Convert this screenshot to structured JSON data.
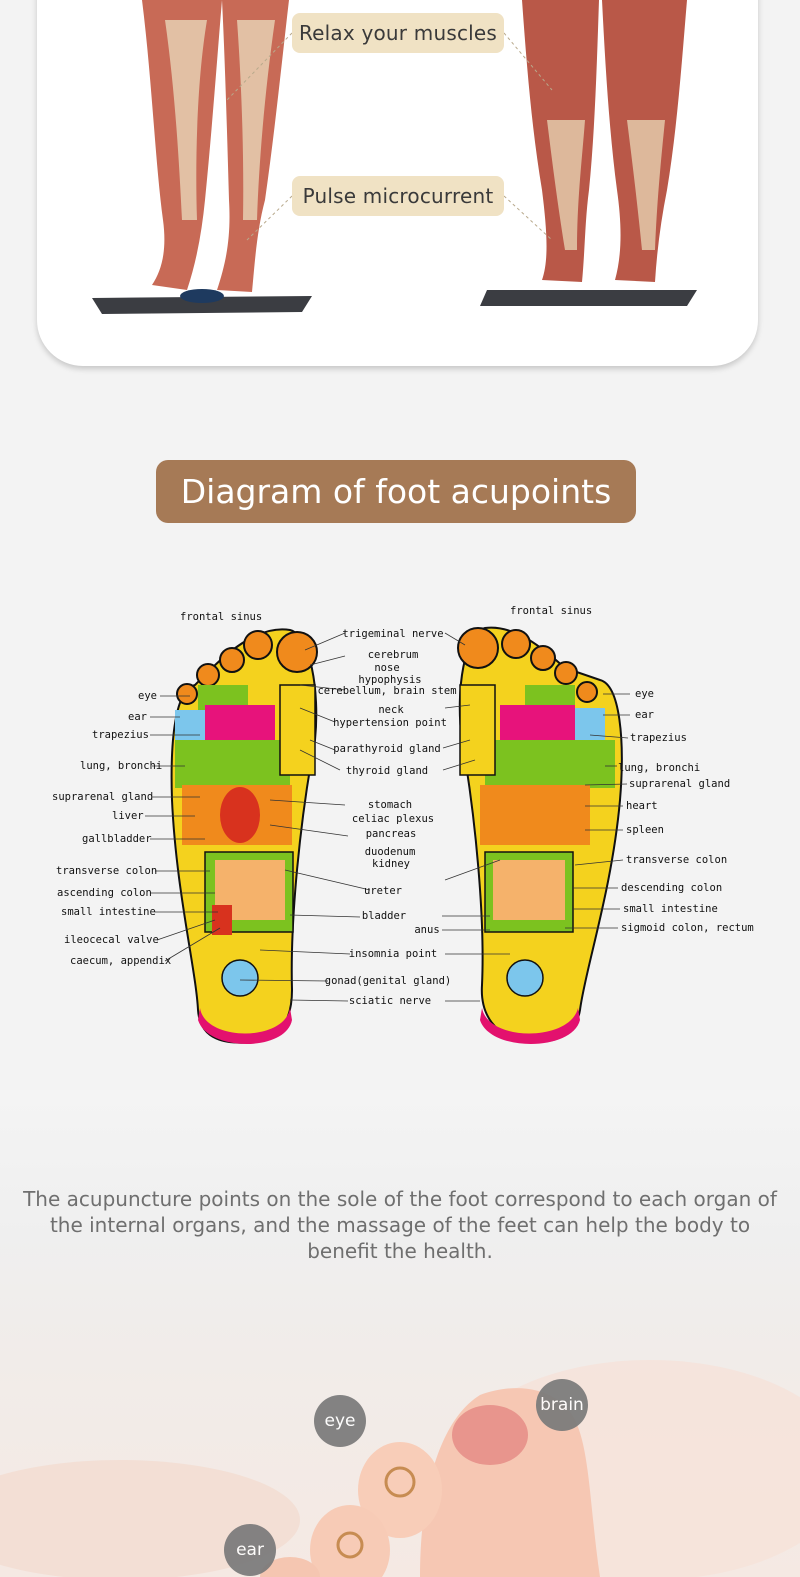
{
  "card": {
    "pill_relax": "Relax your muscles",
    "pill_pulse": "Pulse microcurrent"
  },
  "heading": "Diagram of foot acupoints",
  "diagram": {
    "left_labels": [
      "frontal sinus",
      "eye",
      "ear",
      "trapezius",
      "lung, bronchi",
      "suprarenal gland",
      "liver",
      "gallbladder",
      "transverse colon",
      "ascending colon",
      "small intestine",
      "ileocecal valve",
      "caecum, appendix"
    ],
    "center_labels": [
      "trigeminal nerve",
      "cerebrum",
      "nose",
      "hypophysis",
      "cerebellum, brain stem",
      "neck",
      "hypertension point",
      "parathyroid gland",
      "thyroid gland",
      "stomach",
      "celiac plexus",
      "pancreas",
      "duodenum",
      "kidney",
      "ureter",
      "bladder",
      "anus",
      "insomnia point",
      "gonad(genital gland)",
      "sciatic nerve"
    ],
    "right_labels": [
      "frontal sinus",
      "eye",
      "ear",
      "trapezius",
      "lung, bronchi",
      "suprarenal gland",
      "heart",
      "spleen",
      "transverse colon",
      "descending colon",
      "small intestine",
      "sigmoid colon, rectum"
    ],
    "colors": {
      "yellow": "#f4d21e",
      "green": "#7cc21f",
      "magenta": "#e7137b",
      "orange": "#f08a1c",
      "blue": "#7cc6ec",
      "red": "#d8321e",
      "heel_pink": "#e3116e"
    }
  },
  "description": "The acupuncture points on the sole of the foot correspond to each organ of the internal organs, and the massage of the feet can help the body to benefit the health.",
  "bubbles": {
    "eye": "eye",
    "brain": "brain",
    "ear": "ear"
  },
  "colors": {
    "pill_bg": "#f0e2c4",
    "heading_bg": "#a67a56",
    "bubble_bg": "#7a7a7a"
  }
}
